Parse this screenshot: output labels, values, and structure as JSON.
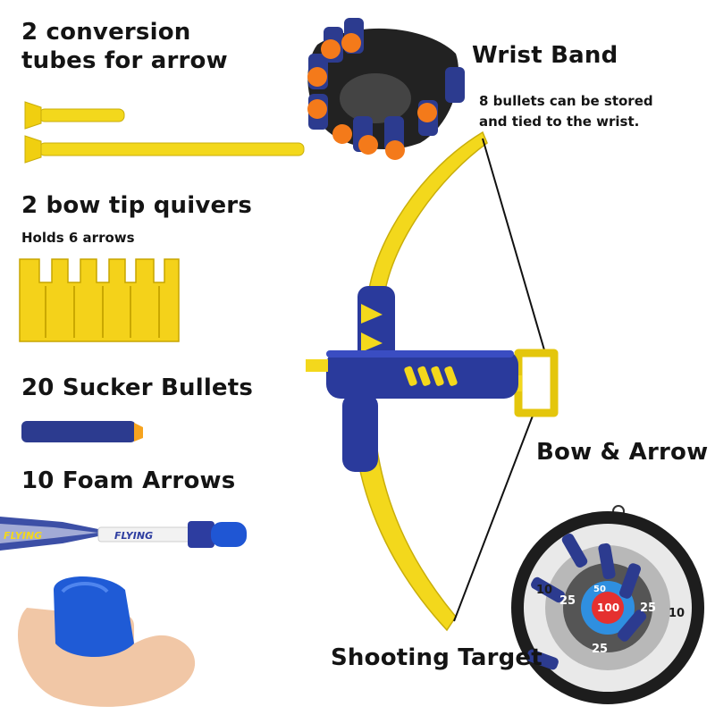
{
  "labels": {
    "tubes_line1": "2 conversion",
    "tubes_line2": "tubes for arrow",
    "quivers_title": "2 bow tip quivers",
    "quivers_sub": "Holds 6 arrows",
    "bullets_title": "20 Sucker Bullets",
    "arrows_title": "10 Foam Arrows",
    "wristband_title": "Wrist Band",
    "wristband_desc_line1": "8 bullets can be stored",
    "wristband_desc_line2": "and tied to the wrist.",
    "bow_title": "Bow & Arrow",
    "target_title": "Shooting Target"
  },
  "arrow_print": "FLYING",
  "target": {
    "center_score": "100",
    "inner_score": "50",
    "mid_score": "25",
    "outer_score": "10"
  },
  "colors": {
    "bow_yellow": "#f3d81c",
    "grip_blue": "#2a3a9c",
    "foam_orange": "#f47a1a",
    "foam_navy": "#2c3b8f",
    "arrow_blue": "#1f56d4",
    "target_black": "#1d1d1d",
    "target_blue": "#2f8fe0",
    "target_red": "#e5302f"
  }
}
